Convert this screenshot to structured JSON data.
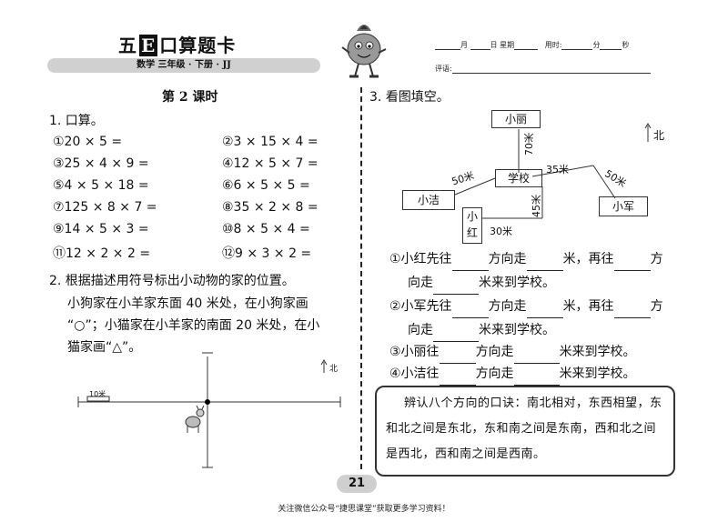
{
  "header": {
    "brand_prefix": "五",
    "brand_letter": "E",
    "brand_suffix": "口算题卡",
    "subtitle": "数学  三年级 · 下册 · JJ",
    "date_line": [
      "月",
      "日",
      "星期",
      "用时:",
      "分",
      "秒"
    ],
    "comment_label": "评语:"
  },
  "lesson_title": "第 2 课时",
  "q1": {
    "title": "1. 口算。",
    "items": [
      "①20 × 5 =",
      "②3 × 15 × 4 =",
      "③25 × 4 × 9 =",
      "④12 × 5 × 7 =",
      "⑤4 × 5 × 18 =",
      "⑥6 × 5 × 5 =",
      "⑦125 × 8 × 7 =",
      "⑧35 × 2 × 8 =",
      "⑨14 × 5 × 3 =",
      "⑩8 × 5 × 4 =",
      "⑪12 × 2 × 2 =",
      "⑫9 × 3 × 2 ="
    ]
  },
  "q2": {
    "title": "2. 根据描述用符号标出小动物的家的位置。",
    "lines": [
      "小狗家在小羊家东面 40 米处，在小狗家画",
      "“○”；小猫家在小羊家的南面 20 米处，在小",
      "猫家画“△”。"
    ],
    "scale": "10米",
    "north": "北"
  },
  "q3": {
    "title": "3. 看图填空。",
    "map": {
      "nodes": [
        "小丽",
        "学校",
        "小洁",
        "小军",
        "小",
        "红"
      ],
      "distances": [
        "70米",
        "50米",
        "35米",
        "50米",
        "45米",
        "30米"
      ],
      "north": "北"
    },
    "fills": [
      {
        "p1": "①小红先往",
        "p2": "方向走",
        "p3": "米，再往",
        "p4": "方",
        "p5": "向走",
        "p6": "米来到学校。"
      },
      {
        "p1": "②小军先往",
        "p2": "方向走",
        "p3": "米，再往",
        "p4": "方",
        "p5": "向走",
        "p6": "米来到学校。"
      },
      {
        "p1": "③小丽往",
        "p2": "方向走",
        "p3": "米来到学校。"
      },
      {
        "p1": "④小洁往",
        "p2": "方向走",
        "p3": "米来到学校。"
      }
    ],
    "tip": "辨认八个方向的口诀：南北相对，东西相望，东和北之间是东北，东和南之间是东南，西和北之间是西北，西和南之间是西南。"
  },
  "page_number": "21",
  "footer": "关注微信公众号“捷思课堂”获取更多学习资料！"
}
